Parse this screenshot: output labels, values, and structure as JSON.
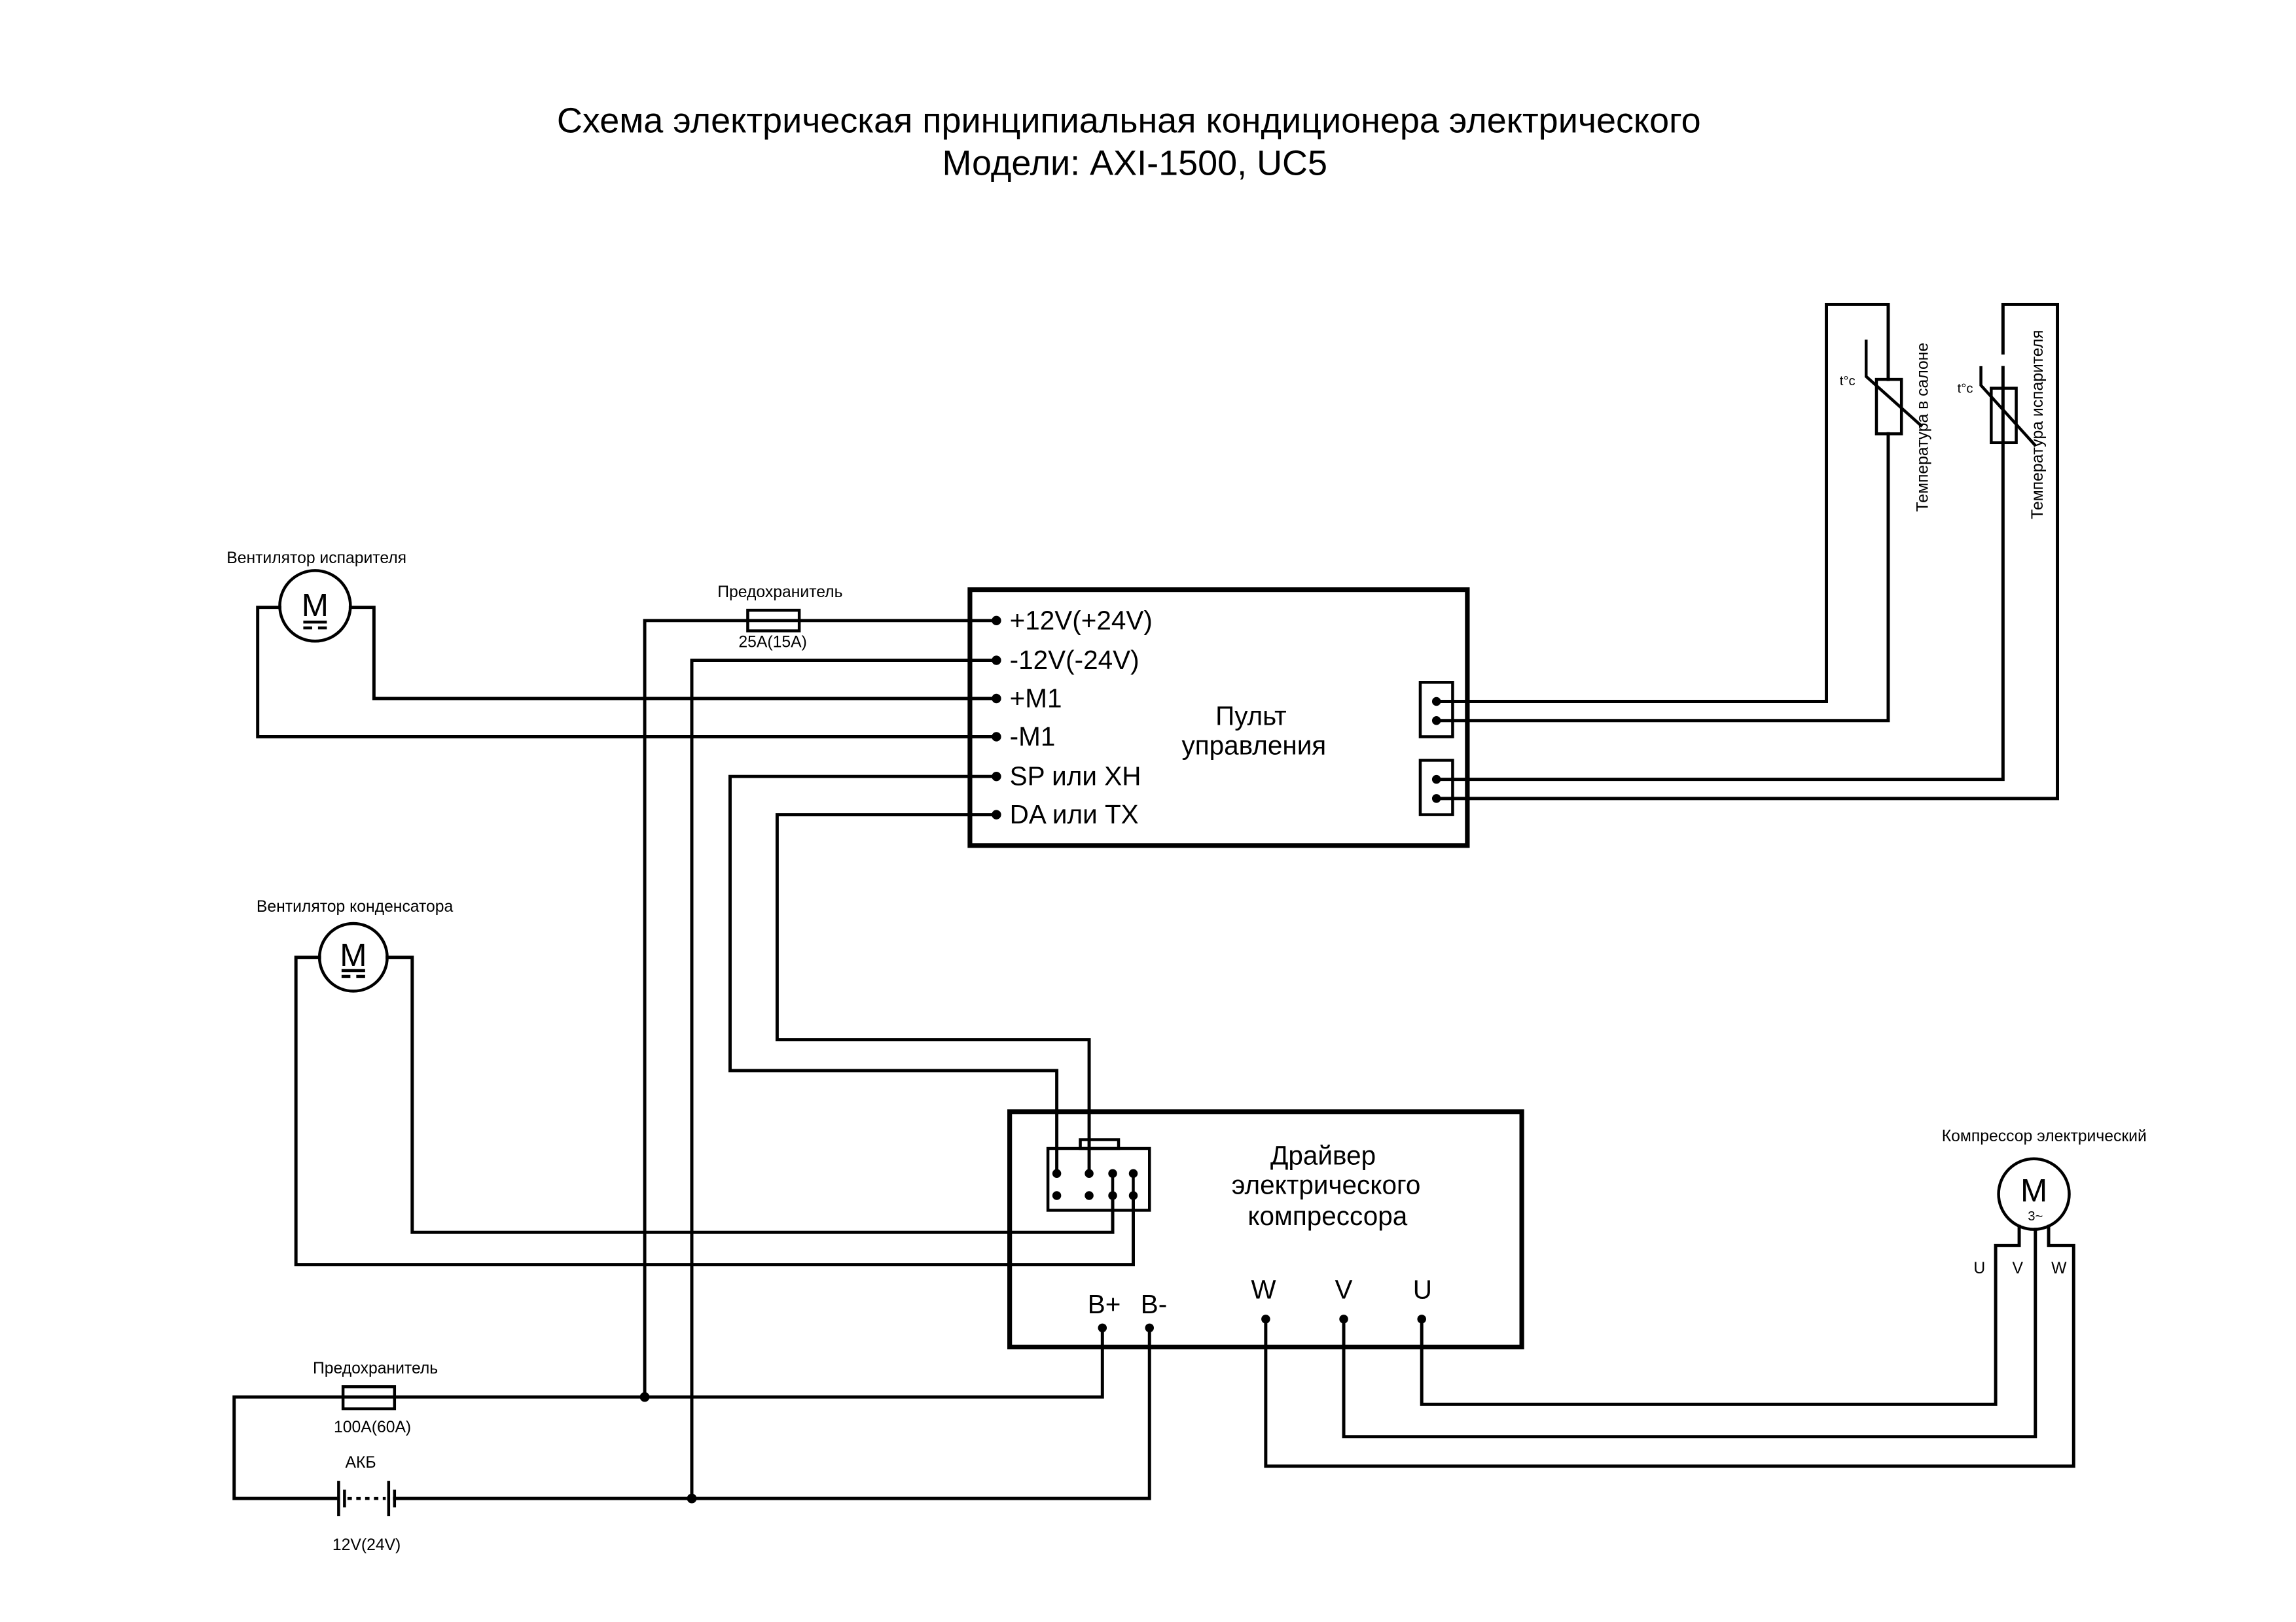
{
  "title": {
    "line1": "Схема электрическая принципиальная кондиционера электрического",
    "line2": "Модели: AXI-1500, UC5"
  },
  "evaporator_fan": {
    "label": "Вентилятор испарителя",
    "symbol": "M"
  },
  "condenser_fan": {
    "label": "Вентилятор конденсатора",
    "symbol": "M"
  },
  "fuse_top": {
    "label": "Предохранитель",
    "rating": "25A(15A)"
  },
  "fuse_bottom": {
    "label": "Предохранитель",
    "rating": "100A(60A)"
  },
  "battery": {
    "label": "АКБ",
    "voltage": "12V(24V)"
  },
  "control_panel": {
    "title_line1": "Пульт",
    "title_line2": "управления",
    "pins": [
      "+12V(+24V)",
      "-12V(-24V)",
      "+M1",
      "-M1",
      "SP или XH",
      "DA или TX"
    ]
  },
  "sensors": {
    "cabin": {
      "label": "Температура  в салоне",
      "symbol": "t°c"
    },
    "evaporator": {
      "label": "Температура испарителя",
      "symbol": "t°c"
    }
  },
  "driver": {
    "title_line1": "Драйвер",
    "title_line2": "электрического",
    "title_line3": "компрессора",
    "power_pins": [
      "B+",
      "B-"
    ],
    "phase_pins": [
      "W",
      "V",
      "U"
    ]
  },
  "compressor": {
    "label": "Компрессор электрический",
    "symbol": "M",
    "phase_symbol": "3~",
    "terminals": [
      "U",
      "V",
      "W"
    ]
  }
}
